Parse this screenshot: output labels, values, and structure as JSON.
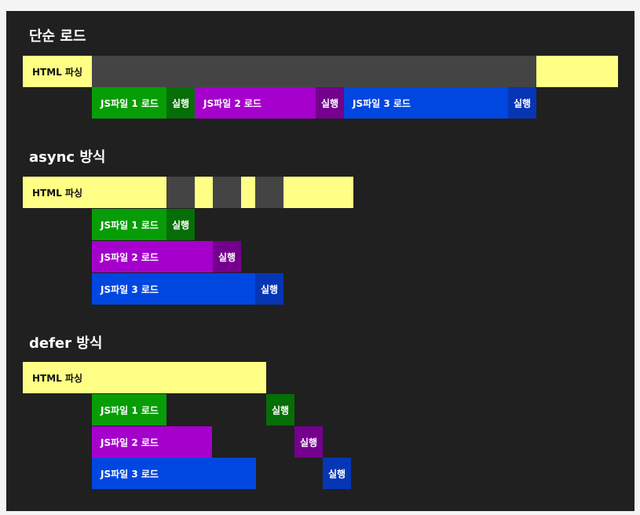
{
  "sections": [
    {
      "title": "단순 로드"
    },
    {
      "title": "async 방식"
    },
    {
      "title": "defer 방식"
    }
  ],
  "labels": {
    "html_parse": "HTML 파싱",
    "js1_load": "JS파일 1 로드",
    "js2_load": "JS파일 2 로드",
    "js3_load": "JS파일 3 로드",
    "execute": "실행"
  },
  "colors": {
    "panel_bg": "#202020",
    "html_parse": "#ffff85",
    "blocked": "#444444",
    "js1_load": "#079d07",
    "js1_exec": "#066e06",
    "js2_load": "#a500cc",
    "js2_exec": "#74008d",
    "js3_load": "#0047e0",
    "js3_exec": "#0636b4"
  }
}
